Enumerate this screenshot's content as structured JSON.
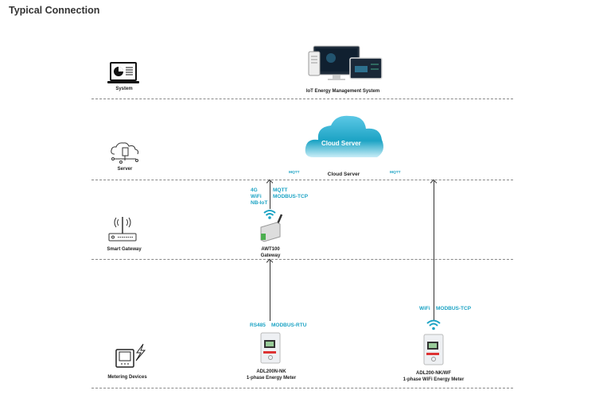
{
  "page_title": "Typical Connection",
  "layers": [
    {
      "name": "System",
      "icon": "laptop-chart-icon"
    },
    {
      "name": "Server",
      "icon": "cloud-server-icon"
    },
    {
      "name": "Smart Gateway",
      "icon": "router-icon"
    },
    {
      "name": "Metering Devices",
      "icon": "meter-lightning-icon"
    }
  ],
  "system": {
    "label": "IoT Energy Management System",
    "icon": "monitor-devices-icon"
  },
  "cloud": {
    "inner_label": "Cloud Server",
    "label": "Cloud Server",
    "left_protocol": "MQTT",
    "right_protocol": "MQTT",
    "color": "#1ca3c4"
  },
  "gateway": {
    "uplink_networks": "4G\nWiFi\nNB-IoT",
    "uplink_protocols": "MQTT\nMODBUS-TCP",
    "name": "AWT100",
    "subtitle": "Gateway"
  },
  "devices": [
    {
      "model": "ADL200N-NK",
      "description": "1-phase Energy Meter",
      "link": "RS485",
      "protocol": "MODBUS-RTU"
    },
    {
      "model": "ADL200-NK/WF",
      "description": "1-phase WiFi Energy Meter",
      "link": "WiFi",
      "protocol": "MODBUS-TCP"
    }
  ]
}
